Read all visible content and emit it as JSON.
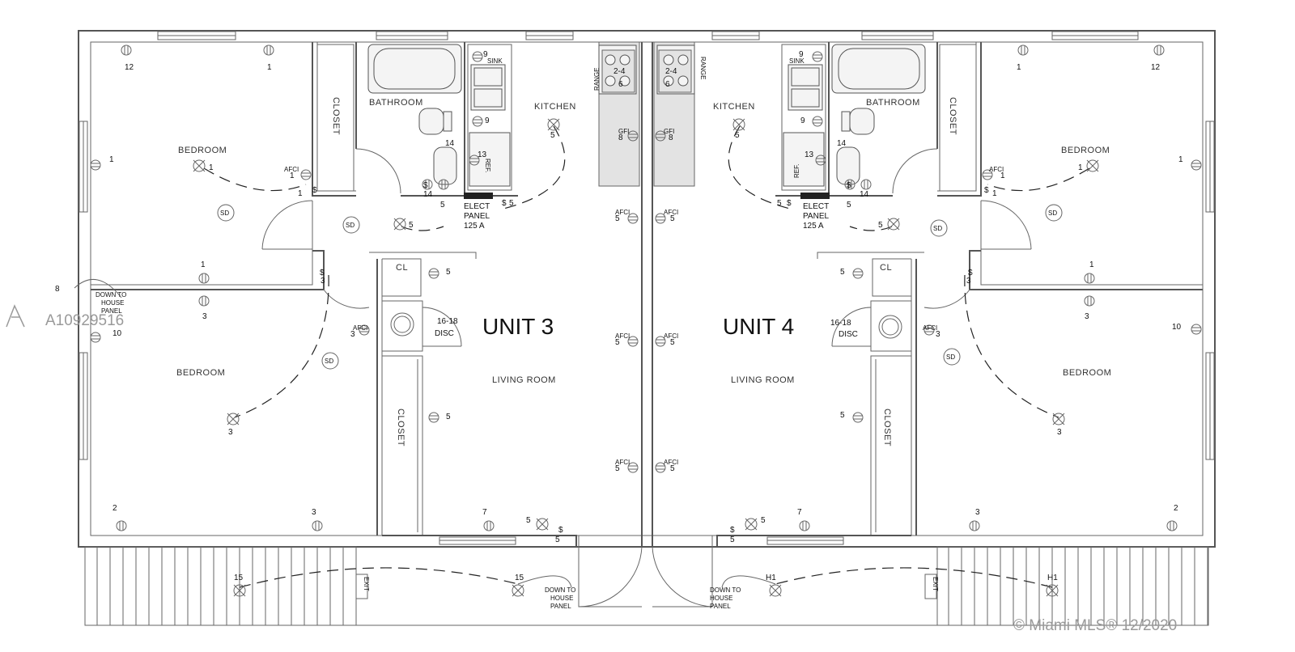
{
  "units": [
    {
      "title": "UNIT 3",
      "rooms": {
        "bedroom_top": "BEDROOM",
        "bedroom_bottom": "BEDROOM",
        "bathroom": "BATHROOM",
        "kitchen": "KITCHEN",
        "living": "LIVING ROOM",
        "closet_a": "CLOSET",
        "closet_b": "CLOSET",
        "cl": "CL",
        "range": "RANGE",
        "ref": "REF.",
        "sink": "SINK"
      },
      "panel": {
        "line1": "ELECT",
        "line2": "PANEL",
        "line3": "125 A"
      },
      "disc": {
        "circuit": "16-18",
        "label": "DISC"
      },
      "down_to_house_panel": [
        "DOWN TO",
        "HOUSE",
        "PANEL"
      ],
      "exit": "EXIT",
      "circuits": {
        "c12": "12",
        "c1": "1",
        "c5": "5",
        "c3": "3",
        "c10": "10",
        "c2": "2",
        "c7": "7",
        "c8": "8",
        "c9": "9",
        "c13": "13",
        "c14": "14",
        "c15": "15",
        "c2_4": "2-4",
        "c6": "6"
      }
    },
    {
      "title": "UNIT 4",
      "rooms": {
        "bedroom_top": "BEDROOM",
        "bedroom_bottom": "BEDROOM",
        "bathroom": "BATHROOM",
        "kitchen": "KITCHEN",
        "living": "LIVING ROOM",
        "closet_a": "CLOSET",
        "closet_b": "CLOSET",
        "cl": "CL",
        "range": "RANGE",
        "ref": "REF.",
        "sink": "SINK"
      },
      "panel": {
        "line1": "ELECT",
        "line2": "PANEL",
        "line3": "125 A"
      },
      "disc": {
        "circuit": "16-18",
        "label": "DISC"
      },
      "down_to_house_panel": [
        "DOWN TO",
        "HOUSE",
        "PANEL"
      ],
      "exit": "EXIT",
      "circuits": {
        "c12": "12",
        "c1": "1",
        "c5": "5",
        "c3": "3",
        "c10": "10",
        "c2": "2",
        "c7": "7",
        "c8": "8",
        "c9": "9",
        "c13": "13",
        "c14": "14",
        "h1": "H1",
        "c2_4": "2-4",
        "c6": "6"
      }
    }
  ],
  "symbols": {
    "smoke_detector": "SD",
    "afci": "AFCI",
    "gfi": "GFI",
    "switch": "$"
  },
  "watermark": {
    "listing_id": "A10929516",
    "copyright": "© Miami MLS® 12/2020"
  },
  "colors": {
    "line": "#555555",
    "text": "#111111",
    "watermark": "#9a9a9a"
  }
}
